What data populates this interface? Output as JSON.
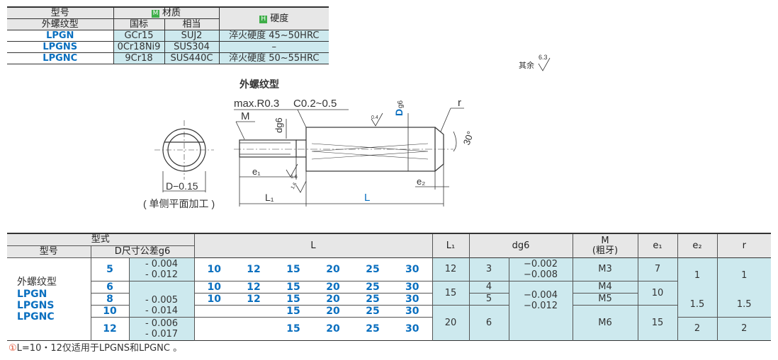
{
  "material_table": {
    "header": {
      "model": "型号",
      "material": "材质",
      "material_badge": "M",
      "hardness": "硬度",
      "hardness_badge": "H",
      "type_label": "外螺纹型",
      "gb": "国标",
      "equivalent": "相当"
    },
    "rows": [
      {
        "model": "LPGN",
        "gb": "GCr15",
        "equiv": "SUJ2",
        "hardness": "淬火硬度 45~50HRC"
      },
      {
        "model": "LPGNS",
        "gb": "0Cr18Ni9",
        "equiv": "SUS304",
        "hardness": "–"
      },
      {
        "model": "LPGNC",
        "gb": "9Cr18",
        "equiv": "SUS440C",
        "hardness": "淬火硬度 50~55HRC"
      }
    ],
    "colors": {
      "badge_m": "#3fae49",
      "badge_h": "#3fae49",
      "model_blue": "#0a6fbf",
      "cyan": "#cde9ee"
    }
  },
  "drawing": {
    "title": "外螺纹型",
    "roughness_note": "其余",
    "roughness_value": "6.3",
    "labels": {
      "max_r": "max.R0.3",
      "chamfer": "C0.2~0.5",
      "M": "M",
      "dg6": "dg6",
      "D": "D",
      "D_suffix": "g6",
      "r": "r",
      "angle": "30°",
      "e1": "e₁",
      "e2": "e₂",
      "L1": "L₁",
      "L": "L",
      "rough_04": "0.4",
      "rough_16a": "1.6",
      "rough_16b": "1.6",
      "flat": "D−0.15",
      "flat_note": "( 单侧平面加工 )"
    }
  },
  "main_table": {
    "header": {
      "style": "型式",
      "model": "型号",
      "d_tol": "D尺寸公差g6",
      "L": "L",
      "L1": "L₁",
      "dg6": "dg6",
      "M": "M",
      "M_sub": "(粗牙)",
      "e1": "e₁",
      "e2": "e₂",
      "r": "r"
    },
    "type_names": [
      "外螺纹型",
      "LPGN",
      "LPGNS",
      "LPGNC"
    ],
    "rows": [
      {
        "D": "5",
        "tol": [
          "- 0.004",
          "- 0.012"
        ],
        "L": [
          "10",
          "12",
          "15",
          "20",
          "25",
          "30"
        ]
      },
      {
        "D": "6",
        "L": [
          "10",
          "12",
          "15",
          "20",
          "25",
          "30"
        ]
      },
      {
        "D": "8",
        "tol": [
          "- 0.005",
          "- 0.014"
        ],
        "L": [
          "10",
          "12",
          "15",
          "20",
          "25",
          "30"
        ]
      },
      {
        "D": "10",
        "L": [
          "",
          "",
          "15",
          "20",
          "25",
          "30"
        ]
      },
      {
        "D": "12",
        "tol": [
          "- 0.006",
          "- 0.017"
        ],
        "L": [
          "",
          "",
          "15",
          "20",
          "25",
          "30"
        ]
      }
    ],
    "L1": [
      "12",
      "15",
      "20"
    ],
    "d": [
      "3",
      "4",
      "5",
      "6"
    ],
    "d_tol": [
      [
        "−0.002",
        "−0.008"
      ],
      [
        "−0.004",
        "−0.012"
      ]
    ],
    "M": [
      "M3",
      "M4",
      "M5",
      "M6"
    ],
    "e1": [
      "7",
      "10",
      "15"
    ],
    "e2": [
      "1",
      "1.5",
      "2"
    ],
    "r": [
      "1",
      "1.5",
      "2"
    ]
  },
  "note": {
    "mark": "①",
    "text": "L=10・12仅适用于LPGNS和LPGNC 。"
  }
}
